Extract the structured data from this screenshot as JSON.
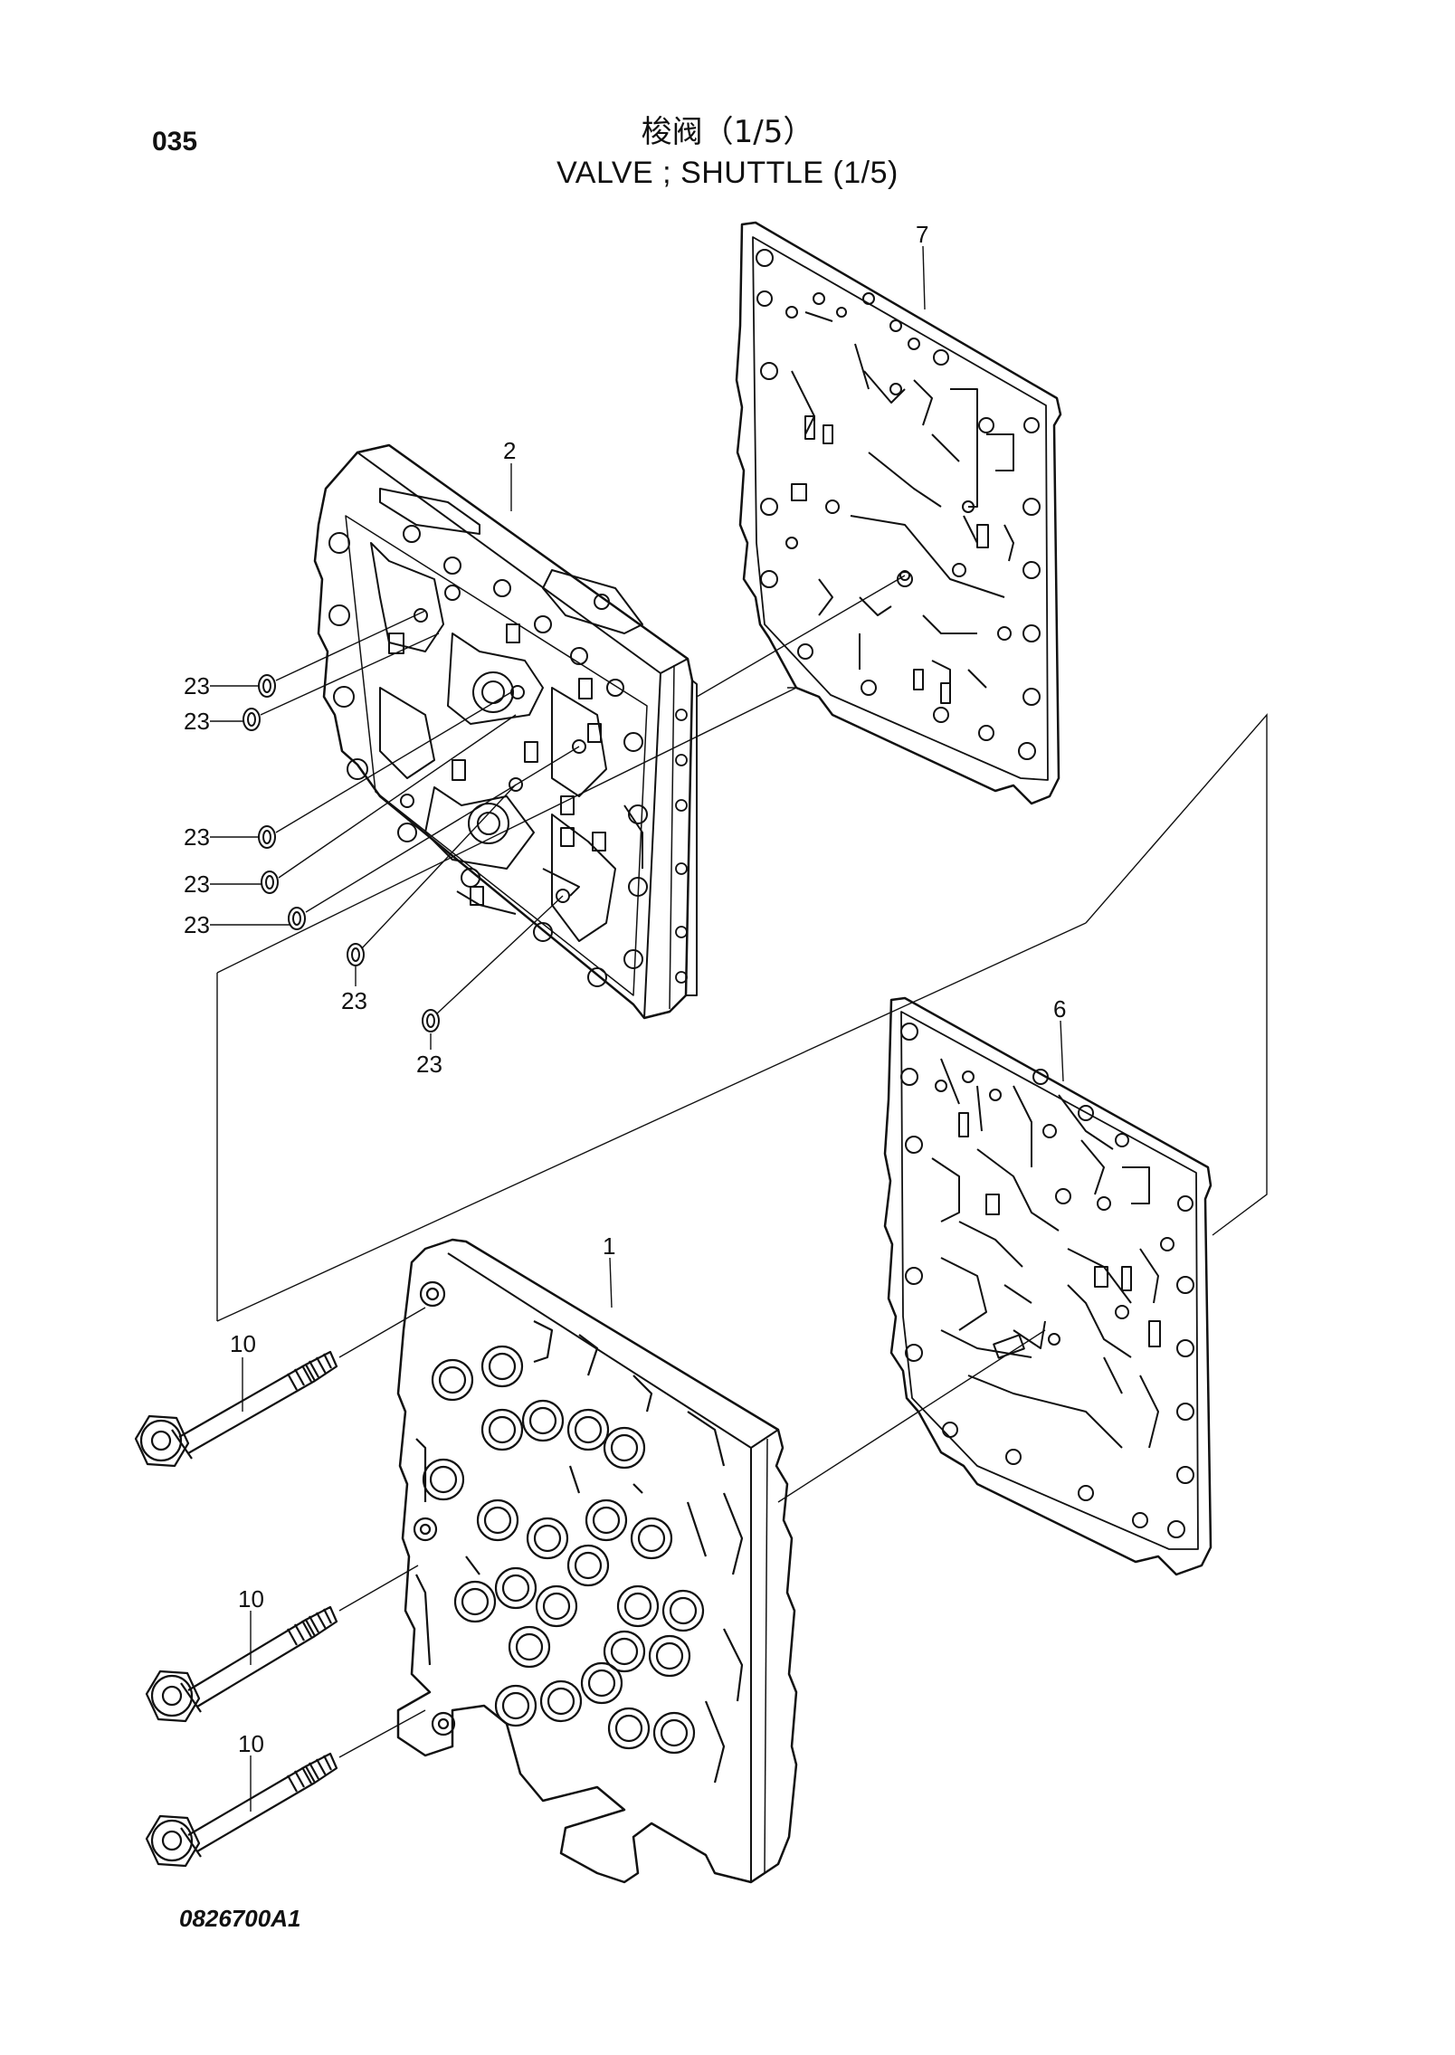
{
  "header": {
    "page_number": "035",
    "title_cn": "梭阀（1/5）",
    "title_en": "VALVE ; SHUTTLE (1/5)"
  },
  "footer": {
    "drawing_code": "0826700A1"
  },
  "callouts": {
    "gasket_top": "7",
    "cover_plate": "2",
    "gasket_bottom": "6",
    "valve_body": "1",
    "bolt_1": "10",
    "bolt_2": "10",
    "bolt_3": "10",
    "filter_1": "23",
    "filter_2": "23",
    "filter_3": "23",
    "filter_4": "23",
    "filter_5": "23",
    "filter_6": "23",
    "filter_7": "23"
  }
}
